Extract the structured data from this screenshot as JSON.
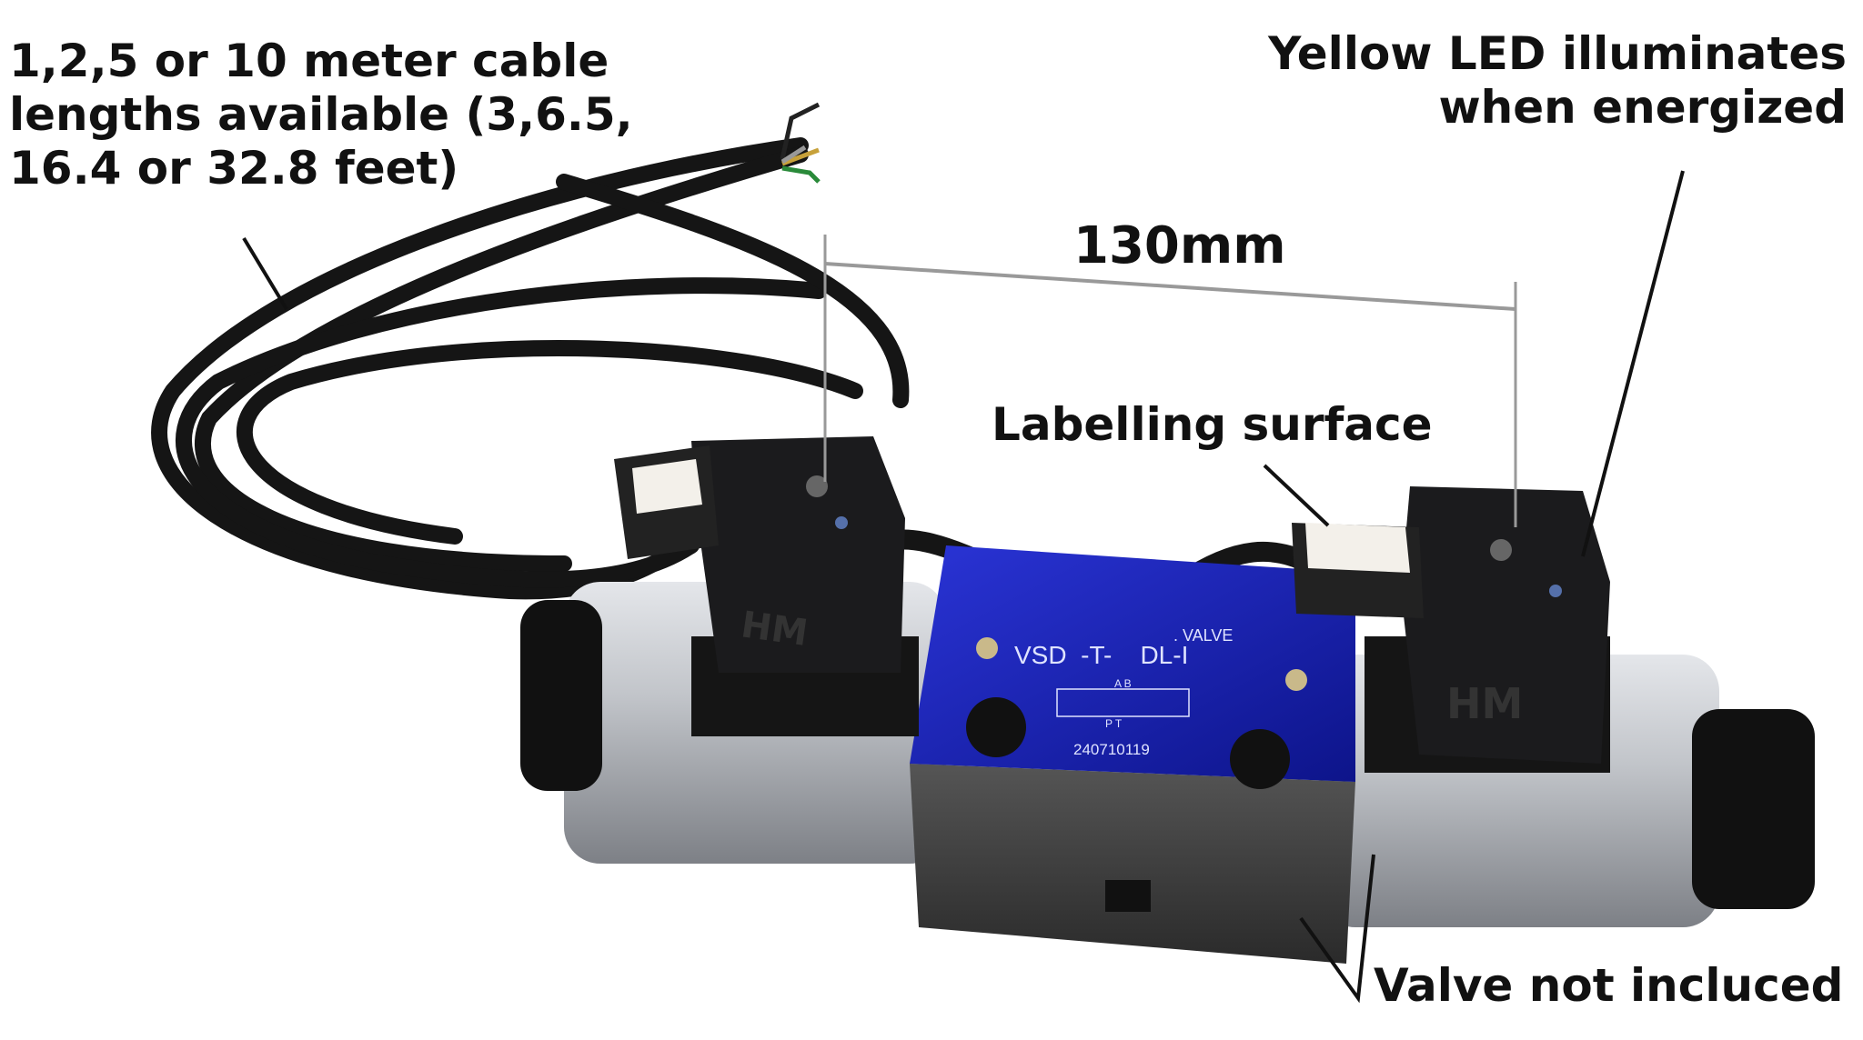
{
  "annotations": {
    "cable_lengths": [
      "1,2,5 or 10 meter cable",
      "lengths available (3,6.5,",
      "16.4 or 32.8 feet)"
    ],
    "led": [
      "Yellow LED illuminates",
      "when energized"
    ],
    "dimension": "130mm",
    "labelling": "Labelling surface",
    "valve_note": "Valve not incluced"
  },
  "valve_plate": {
    "header": ". VALVE",
    "model": "VSD  -T-    DL-I",
    "ports_top": "A B",
    "ports_bottom": "P T",
    "serial": "240710119"
  },
  "connector_brand": "HM",
  "colors": {
    "valve_blue": "#1a22b8",
    "body_silver": "#b9bcc2",
    "connector_black": "#1b1b1d",
    "label_white": "#f3f0ea"
  }
}
